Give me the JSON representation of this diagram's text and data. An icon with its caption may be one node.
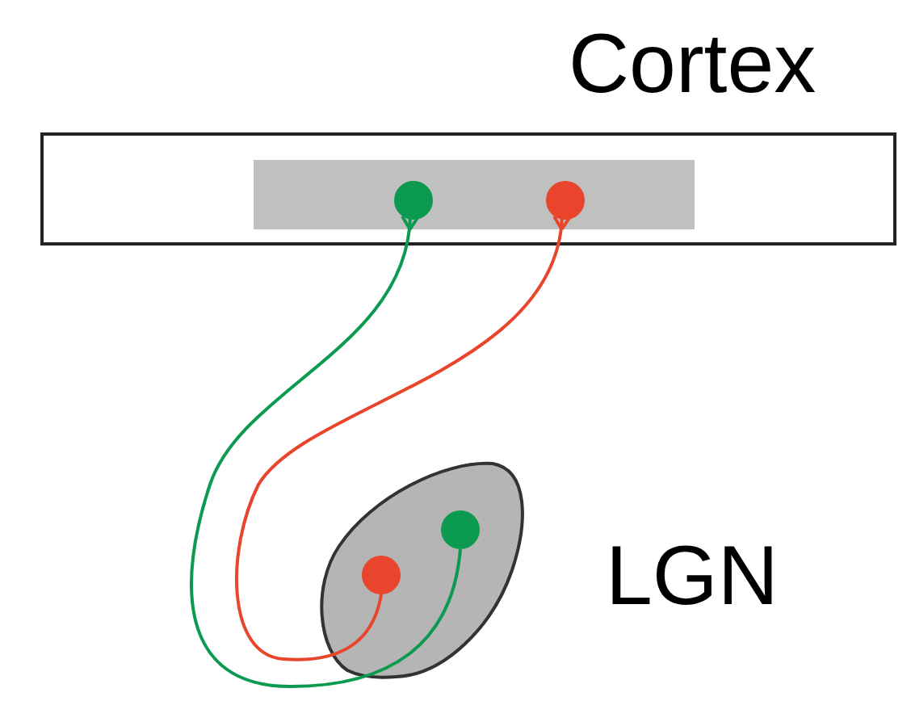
{
  "diagram": {
    "nodes": [
      {
        "text": [
          "Cortex"
        ]
      },
      {
        "text": [],
        "shape": "bar",
        "in": 0
      },
      {
        "text": [],
        "shape": "circle",
        "in": 1
      },
      {
        "text": [],
        "shape": "circle",
        "in": 1
      },
      {
        "text": [
          "LGN"
        ]
      },
      {
        "text": [],
        "shape": "circle",
        "in": 4
      },
      {
        "text": [],
        "shape": "circle",
        "in": 4
      }
    ],
    "edges": [
      {
        "from": 6,
        "to": 2,
        "arrow": "other",
        "color": "#0b9a4f"
      },
      {
        "from": 5,
        "to": 3,
        "arrow": "other",
        "color": "#e8452c"
      }
    ]
  }
}
